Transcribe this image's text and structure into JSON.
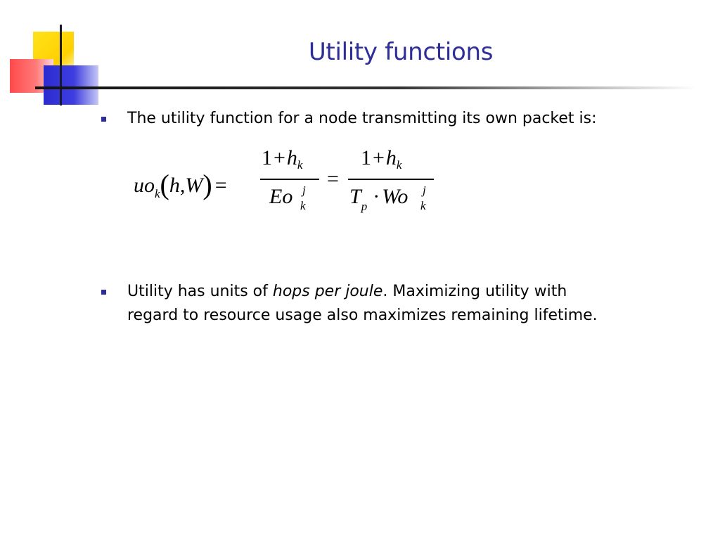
{
  "slide": {
    "title": "Utility functions",
    "bullets": [
      {
        "text": "The utility function for a node transmitting its own packet is:"
      },
      {
        "prefix": "Utility has units of ",
        "emphasis": "hops per joule",
        "suffix": ". Maximizing utility with",
        "line2": "regard to resource usage also maximizes remaining lifetime."
      }
    ],
    "equation": {
      "lhs_func": "uo",
      "lhs_sub": "k",
      "lhs_args": "h,W",
      "equals": "=",
      "frac1_num_one": "1",
      "frac1_num_plus": "+",
      "frac1_num_h": "h",
      "frac1_num_sub": "k",
      "frac1_den_var": "Eo",
      "frac1_den_sup": "j",
      "frac1_den_sub": "k",
      "frac2_num_one": "1",
      "frac2_num_plus": "+",
      "frac2_num_h": "h",
      "frac2_num_sub": "k",
      "frac2_den_t": "T",
      "frac2_den_tsub": "p",
      "frac2_den_dot": "·",
      "frac2_den_var": "Wo",
      "frac2_den_sup": "j",
      "frac2_den_sub": "k"
    }
  },
  "colors": {
    "title": "#2e2e99",
    "bullet": "#2e2e99",
    "logo_yellow": "#ffd000",
    "logo_red": "#ff4a4a",
    "logo_blue": "#2b2bcf"
  }
}
